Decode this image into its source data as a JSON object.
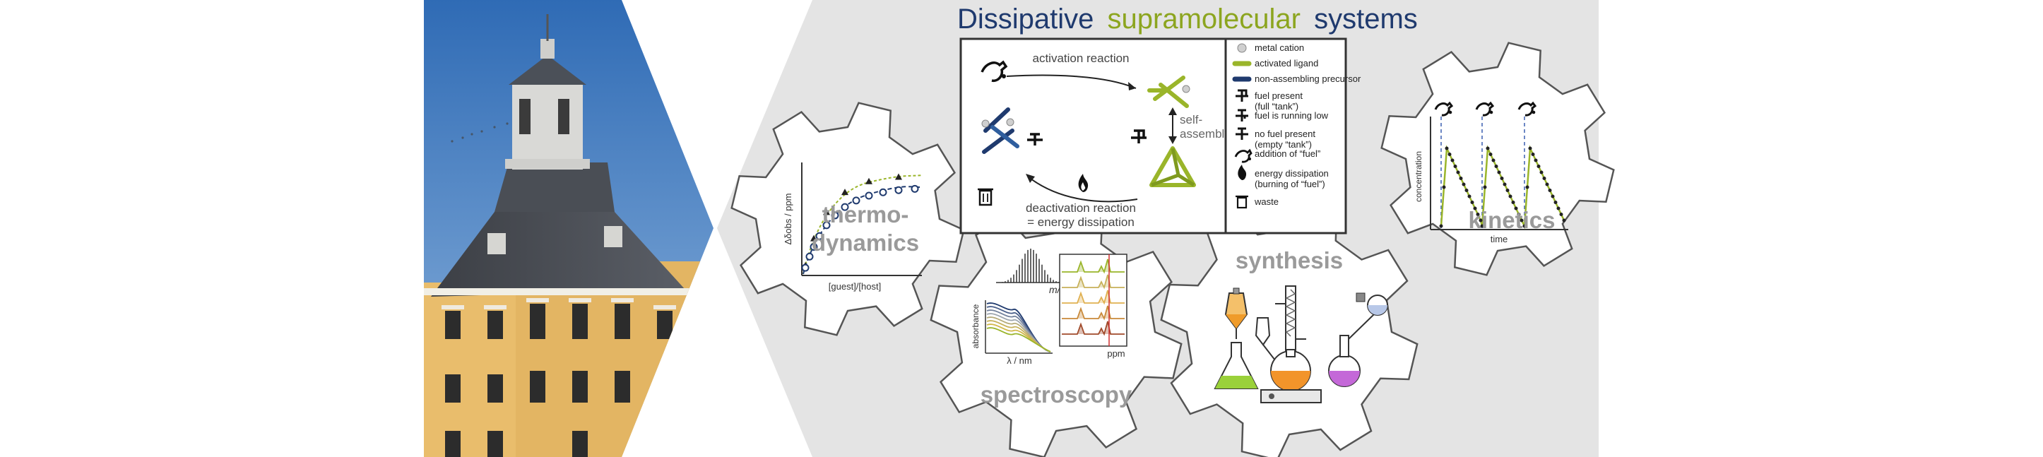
{
  "title": {
    "word1": "Dissipative",
    "word2": "supramolecular",
    "word3": "systems",
    "color1": "#1f3a6e",
    "color2": "#8ca51f",
    "color3": "#1f3a6e"
  },
  "cycle": {
    "activation_label": "activation reaction",
    "self_assembly_line1": "self-",
    "self_assembly_line2": "assembly",
    "deactivation_line1": "deactivation reaction",
    "deactivation_line2": "= energy dissipation"
  },
  "legend": [
    {
      "label": "metal cation",
      "icon": "metal-cation-icon"
    },
    {
      "label": "activated ligand",
      "icon": "activated-ligand-icon"
    },
    {
      "label": "non-assembling precursor",
      "icon": "precursor-icon"
    },
    {
      "label": "fuel present",
      "label2": "(full “tank”)",
      "icon": "fuel-full-icon"
    },
    {
      "label": "fuel is running low",
      "icon": "fuel-low-icon"
    },
    {
      "label": "no fuel present",
      "label2": "(empty “tank”)",
      "icon": "fuel-empty-icon"
    },
    {
      "label": "addition of “fuel”",
      "icon": "fuel-pump-icon"
    },
    {
      "label": "energy dissipation",
      "label2": "(burning of “fuel”)",
      "icon": "flame-icon"
    },
    {
      "label": "waste",
      "icon": "trash-icon"
    }
  ],
  "gears": {
    "thermo": {
      "line1": "thermo-",
      "line2": "dynamics",
      "xlabel": "[guest]/[host]",
      "ylabel": "Δδobs / ppm"
    },
    "spectroscopy": {
      "label": "spectroscopy",
      "mz": "m/z",
      "absorbance": "absorbance",
      "lambda": "λ / nm",
      "ppm": "ppm"
    },
    "synthesis": {
      "label": "synthesis"
    },
    "kinetics": {
      "label": "kinetics",
      "xlabel": "time",
      "ylabel": "concentration"
    }
  },
  "colors": {
    "gear_fill": "#ffffff",
    "gear_stroke": "#555555",
    "panel_bg": "#e5e5e5",
    "green": "#9ab52a",
    "navy": "#1f3a6e",
    "gear_text": "#9a9a9a"
  }
}
